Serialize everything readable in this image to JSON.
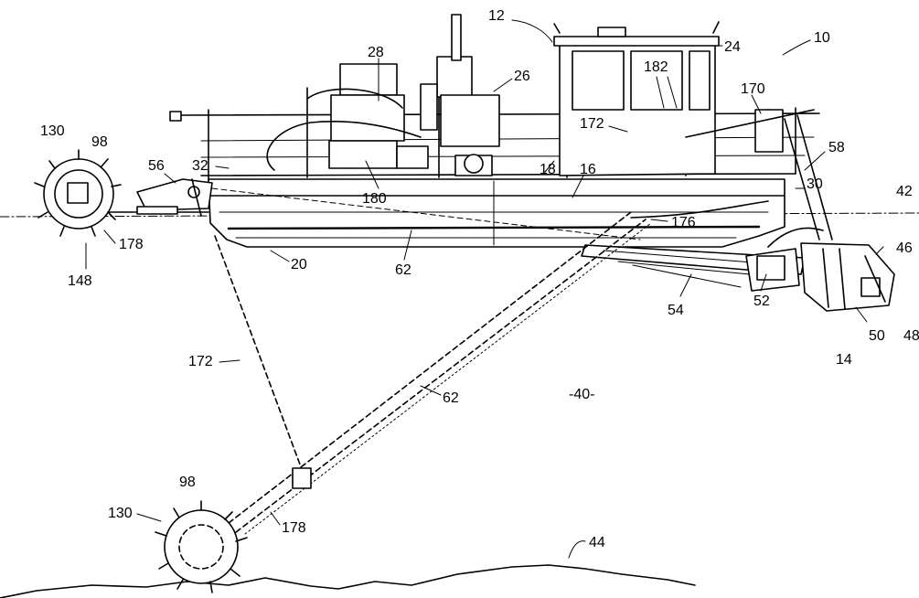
{
  "labels": {
    "l10": "10",
    "l12": "12",
    "l14": "14",
    "l16": "16",
    "l18": "18",
    "l20": "20",
    "l24": "24",
    "l26": "26",
    "l28": "28",
    "l30": "30",
    "l32": "32",
    "l40": "-40-",
    "l42": "42",
    "l44": "44",
    "l46": "46",
    "l48": "48",
    "l50": "50",
    "l52": "52",
    "l54": "54",
    "l56": "56",
    "l58": "58",
    "l62a": "62",
    "l62b": "62",
    "l98a": "98",
    "l98b": "98",
    "l130a": "130",
    "l130b": "130",
    "l148": "148",
    "l170": "170",
    "l172a": "172",
    "l172b": "172",
    "l176": "176",
    "l178a": "178",
    "l178b": "178",
    "l180": "180",
    "l182": "182"
  }
}
